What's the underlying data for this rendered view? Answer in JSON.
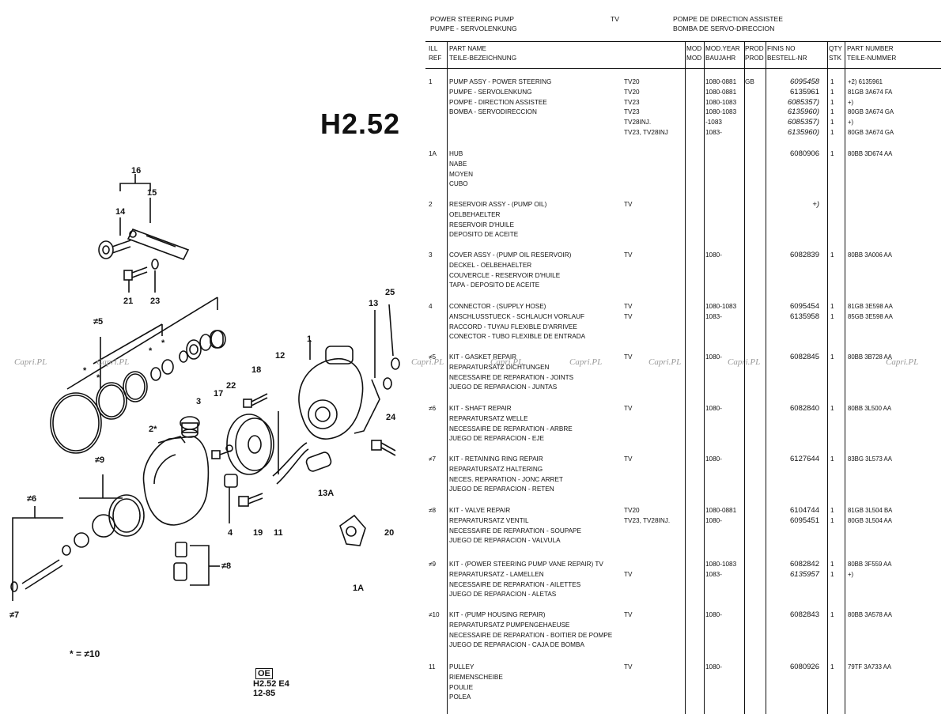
{
  "header": {
    "title_en": "POWER STEERING PUMP",
    "title_de": "PUMPE - SERVOLENKUNG",
    "model": "TV",
    "title_fr": "POMPE DE DIRECTION ASSISTEE",
    "title_es": "BOMBA DE SERVO-DIRECCION"
  },
  "diagram": {
    "page_code": "H2.52",
    "legend": "* = ≠10",
    "oe_label": "OE",
    "ref_line1": "H2.52 E4",
    "ref_line2": "12-85",
    "callouts": [
      "16",
      "15",
      "14",
      "21",
      "23",
      "≠5",
      "*",
      "*",
      "*",
      "*",
      "13",
      "25",
      "1",
      "12",
      "18",
      "17",
      "22",
      "3",
      "2*",
      "24",
      "≠9",
      "≠6",
      "13A",
      "4",
      "19",
      "11",
      "20",
      "≠8",
      "1A",
      "≠7"
    ]
  },
  "columns": {
    "ill_1": "ILL",
    "ill_2": "REF",
    "name_1": "PART NAME",
    "name_2": "TEILE-BEZEICHNUNG",
    "mod_1": "MOD",
    "mod_2": "MOD",
    "year_1": "MOD.YEAR",
    "year_2": "BAUJAHR",
    "prod_1": "PROD",
    "prod_2": "PROD",
    "finis_1": "FINIS NO",
    "finis_2": "BESTELL-NR",
    "qty_1": "QTY",
    "qty_2": "STK",
    "part_1": "PART NUMBER",
    "part_2": "TEILE-NUMMER"
  },
  "rows": [
    {
      "ill": "1",
      "names": [
        "PUMP ASSY - POWER STEERING",
        "PUMPE - SERVOLENKUNG",
        "POMPE - DIRECTION ASSISTEE",
        "BOMBA - SERVODIRECCION"
      ],
      "mods": [
        "TV20",
        "TV20",
        "TV23",
        "TV23",
        "TV28INJ.",
        "TV23, TV28INJ"
      ],
      "years": [
        "1080-0881",
        "1080-0881",
        "1080-1083",
        "1080-1083",
        "-1083",
        "1083-"
      ],
      "prods": [
        "GB"
      ],
      "finis": [
        "6095458",
        "6135961",
        "6085357)",
        "6135960)",
        "6085357)",
        "6135960)"
      ],
      "qtys": [
        "1",
        "1",
        "1",
        "1",
        "1",
        "1"
      ],
      "parts": [
        "+2) 6135961",
        "81GB 3A674 FA",
        "+)",
        "80GB 3A674 GA",
        "+)",
        "80GB 3A674 GA"
      ]
    },
    {
      "ill": "1A",
      "names": [
        "HUB",
        "NABE",
        "MOYEN",
        "CUBO"
      ],
      "mods": [],
      "years": [],
      "prods": [],
      "finis": [
        "6080906"
      ],
      "qtys": [
        "1"
      ],
      "parts": [
        "80BB 3D674 AA"
      ]
    },
    {
      "ill": "2",
      "names": [
        "RESERVOIR ASSY - (PUMP OIL)",
        "OELBEHAELTER",
        "RESERVOIR D'HUILE",
        "DEPOSITO DE ACEITE"
      ],
      "mods": [
        "TV"
      ],
      "years": [],
      "prods": [],
      "finis": [
        "+)"
      ],
      "qtys": [],
      "parts": []
    },
    {
      "ill": "3",
      "names": [
        "COVER ASSY - (PUMP OIL RESERVOIR)",
        "DECKEL - OELBEHAELTER",
        "COUVERCLE - RESERVOIR D'HUILE",
        "TAPA - DEPOSITO DE ACEITE"
      ],
      "mods": [
        "TV"
      ],
      "years": [
        "1080-"
      ],
      "prods": [],
      "finis": [
        "6082839"
      ],
      "qtys": [
        "1"
      ],
      "parts": [
        "80BB 3A006 AA"
      ]
    },
    {
      "ill": "4",
      "names": [
        "CONNECTOR - (SUPPLY HOSE)",
        "ANSCHLUSSTUECK - SCHLAUCH VORLAUF",
        "RACCORD - TUYAU FLEXIBLE D'ARRIVEE",
        "CONECTOR - TUBO FLEXIBLE DE ENTRADA"
      ],
      "mods": [
        "TV",
        "TV"
      ],
      "years": [
        "1080-1083",
        "1083-"
      ],
      "prods": [],
      "finis": [
        "6095454",
        "6135958"
      ],
      "qtys": [
        "1",
        "1"
      ],
      "parts": [
        "81GB 3E598 AA",
        "85GB 3E598 AA"
      ]
    },
    {
      "ill": "≠5",
      "names": [
        "KIT - GASKET REPAIR",
        "REPARATURSATZ DICHTUNGEN",
        "NECESSAIRE DE REPARATION - JOINTS",
        "JUEGO DE REPARACION - JUNTAS"
      ],
      "mods": [
        "TV"
      ],
      "years": [
        "1080-"
      ],
      "prods": [],
      "finis": [
        "6082845"
      ],
      "qtys": [
        "1"
      ],
      "parts": [
        "80BB 3B728 AA"
      ]
    },
    {
      "ill": "≠6",
      "names": [
        "KIT - SHAFT REPAIR",
        "REPARATURSATZ WELLE",
        "NECESSAIRE DE REPARATION - ARBRE",
        "JUEGO DE REPARACION - EJE"
      ],
      "mods": [
        "TV"
      ],
      "years": [
        "1080-"
      ],
      "prods": [],
      "finis": [
        "6082840"
      ],
      "qtys": [
        "1"
      ],
      "parts": [
        "80BB 3L500 AA"
      ]
    },
    {
      "ill": "≠7",
      "names": [
        "KIT - RETAINING RING REPAIR",
        "REPARATURSATZ HALTERING",
        "NECES. REPARATION - JONC ARRET",
        "JUEGO DE REPARACION - RETEN"
      ],
      "mods": [
        "TV"
      ],
      "years": [
        "1080-"
      ],
      "prods": [],
      "finis": [
        "6127644"
      ],
      "qtys": [
        "1"
      ],
      "parts": [
        "83BG 3L573 AA"
      ]
    },
    {
      "ill": "≠8",
      "names": [
        "KIT - VALVE REPAIR",
        "REPARATURSATZ VENTIL",
        "NECESSAIRE DE REPARATION - SOUPAPE",
        "JUEGO DE REPARACION - VALVULA"
      ],
      "mods": [
        "TV20",
        "TV23, TV28INJ."
      ],
      "years": [
        "1080-0881",
        "1080-"
      ],
      "prods": [],
      "finis": [
        "6104744",
        "6095451"
      ],
      "qtys": [
        "1",
        "1"
      ],
      "parts": [
        "81GB 3L504 BA",
        "80GB 3L504 AA"
      ]
    },
    {
      "ill": "≠9",
      "names": [
        "KIT - (POWER STEERING PUMP VANE REPAIR) TV",
        "REPARATURSATZ - LAMELLEN",
        "NECESSAIRE DE REPARATION - AILETTES",
        "JUEGO DE REPARACION - ALETAS"
      ],
      "mods": [
        "",
        "TV"
      ],
      "years": [
        "1080-1083",
        "1083-"
      ],
      "prods": [],
      "finis": [
        "6082842",
        "6135957"
      ],
      "qtys": [
        "1",
        "1"
      ],
      "parts": [
        "80BB 3F559 AA",
        "+)"
      ]
    },
    {
      "ill": "≠10",
      "names": [
        "KIT - (PUMP HOUSING REPAIR)",
        "REPARATURSATZ PUMPENGEHAEUSE",
        "NECESSAIRE DE REPARATION - BOITIER DE POMPE",
        "JUEGO DE REPARACION - CAJA DE BOMBA"
      ],
      "mods": [
        "TV"
      ],
      "years": [
        "1080-"
      ],
      "prods": [],
      "finis": [
        "6082843"
      ],
      "qtys": [
        "1"
      ],
      "parts": [
        "80BB 3A578 AA"
      ]
    },
    {
      "ill": "11",
      "names": [
        "PULLEY",
        "RIEMENSCHEIBE",
        "POULIE",
        "POLEA"
      ],
      "mods": [
        "TV"
      ],
      "years": [
        "1080-"
      ],
      "prods": [],
      "finis": [
        "6080926"
      ],
      "qtys": [
        "1"
      ],
      "parts": [
        "79TF 3A733 AA"
      ]
    }
  ],
  "watermark": "Capri.PL"
}
